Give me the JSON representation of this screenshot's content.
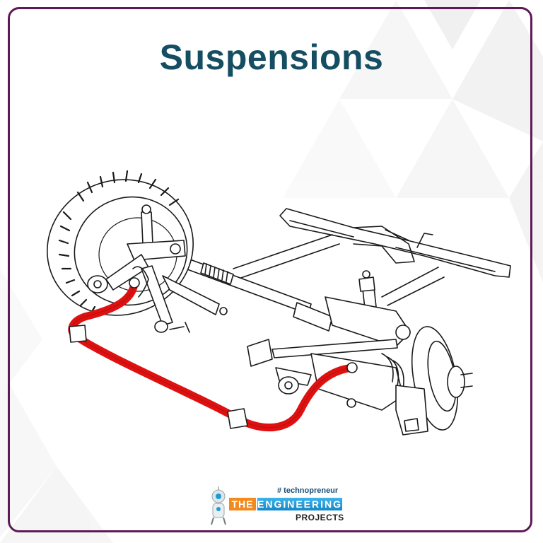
{
  "title": "Suspensions",
  "colors": {
    "title": "#154e63",
    "frame": "#5e1a57",
    "stabilizer_bar": "#e01010",
    "logo_orange": "#f28a1e",
    "logo_blue": "#1e9ad8"
  },
  "diagram": {
    "subject": "front suspension assembly with anti-roll (stabilizer) bar",
    "highlighted_part": "stabilizer bar"
  },
  "logo": {
    "hashtag": "# technopreneur",
    "word1": "THE",
    "word2": "ENGINEERING",
    "word3": "PROJECTS",
    "icon": "robot-icon"
  }
}
